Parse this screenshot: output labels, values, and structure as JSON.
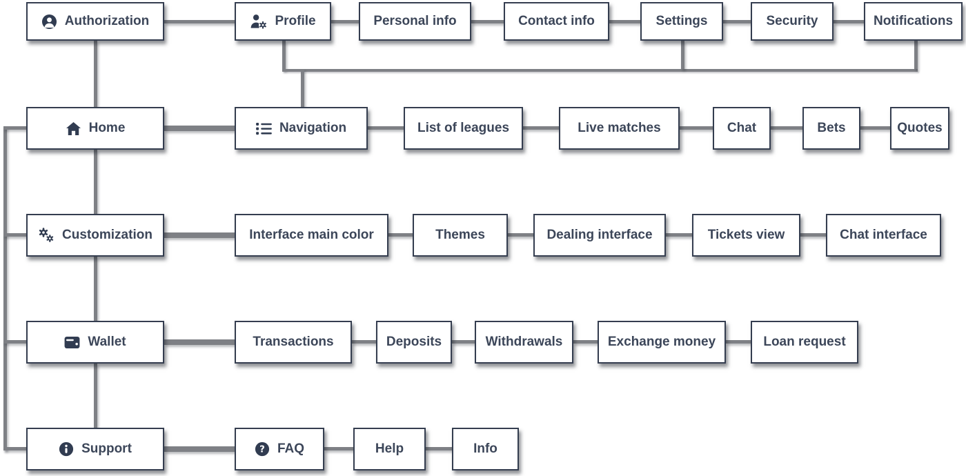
{
  "colors": {
    "box_fill": "#ffffff",
    "box_border": "#343d4f",
    "label_text": "#3c4659",
    "icon": "#313c51",
    "connector": "#7e8085"
  },
  "sitemap": {
    "rows": [
      {
        "parent": {
          "label": "Authorization",
          "icon": "user-circle-icon"
        },
        "children": [
          {
            "label": "Profile",
            "icon": "user-gear-icon"
          },
          {
            "label": "Personal info"
          },
          {
            "label": "Contact info"
          },
          {
            "label": "Settings"
          },
          {
            "label": "Security"
          },
          {
            "label": "Notifications"
          }
        ]
      },
      {
        "parent": {
          "label": "Home",
          "icon": "home-icon"
        },
        "children": [
          {
            "label": "Navigation",
            "icon": "list-icon"
          },
          {
            "label": "List of leagues"
          },
          {
            "label": "Live matches"
          },
          {
            "label": "Chat"
          },
          {
            "label": "Bets"
          },
          {
            "label": "Quotes"
          }
        ]
      },
      {
        "parent": {
          "label": "Customization",
          "icon": "gears-icon"
        },
        "children": [
          {
            "label": "Interface main color"
          },
          {
            "label": "Themes"
          },
          {
            "label": "Dealing interface"
          },
          {
            "label": "Tickets view"
          },
          {
            "label": "Chat interface"
          }
        ]
      },
      {
        "parent": {
          "label": "Wallet",
          "icon": "wallet-icon"
        },
        "children": [
          {
            "label": "Transactions"
          },
          {
            "label": "Deposits"
          },
          {
            "label": "Withdrawals"
          },
          {
            "label": "Exchange money"
          },
          {
            "label": "Loan request"
          }
        ]
      },
      {
        "parent": {
          "label": "Support",
          "icon": "info-circle-icon"
        },
        "children": [
          {
            "label": "FAQ",
            "icon": "question-circle-icon"
          },
          {
            "label": "Help"
          },
          {
            "label": "Info"
          }
        ]
      }
    ]
  }
}
